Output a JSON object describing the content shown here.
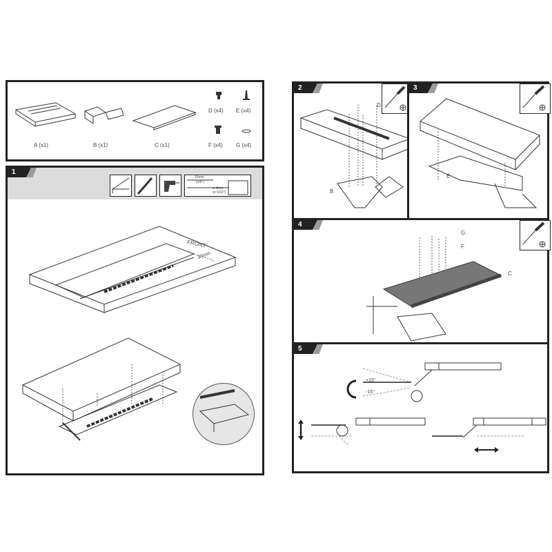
{
  "parts": [
    {
      "label": "A (x1)"
    },
    {
      "label": "B (x1)"
    },
    {
      "label": "C (x1)"
    },
    {
      "label": "D (x4)"
    },
    {
      "label": "E (x4)"
    },
    {
      "label": "F (x4)"
    },
    {
      "label": "G (x4)"
    }
  ],
  "step1": {
    "number": "1",
    "tools": [
      "pencil-icon",
      "pencil-icon",
      "drill-icon",
      "drill-bit-icon"
    ],
    "drill_depth": "15mm",
    "drill_depth_imperial": "(5/8\")",
    "drill_diameter": "ø 4mm",
    "drill_diameter_imperial": "(ø 5/32\")",
    "front_label": "FRONT",
    "offset_label": "30mm"
  },
  "step2": {
    "number": "2",
    "tool": "screwdriver-icon",
    "callouts": [
      "D",
      "B"
    ]
  },
  "step3": {
    "number": "3",
    "tool": "screwdriver-icon",
    "callouts": [
      "E"
    ]
  },
  "step4": {
    "number": "4",
    "tool": "screwdriver-icon",
    "callouts": [
      "G",
      "F",
      "C"
    ]
  },
  "step5": {
    "number": "5",
    "tilt_up": "+15°",
    "tilt_down": "-15°"
  }
}
